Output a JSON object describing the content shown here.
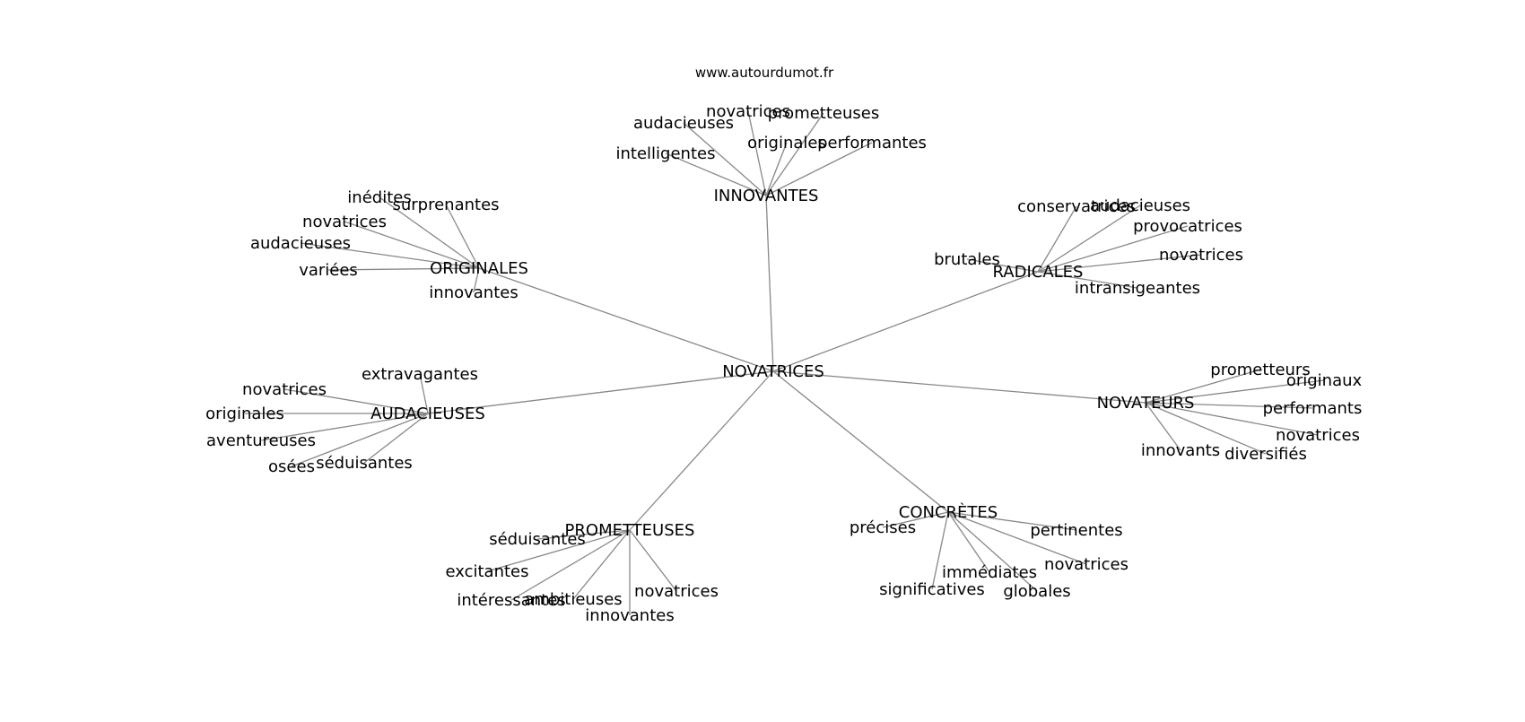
{
  "source": "www.autourdumot.fr",
  "root": "NOVATRICES",
  "groups": [
    {
      "label": "INNOVANTES",
      "children": [
        "audacieuses",
        "novatrices",
        "prometteuses",
        "originales",
        "performantes",
        "intelligentes"
      ]
    },
    {
      "label": "ORIGINALES",
      "children": [
        "inédites",
        "surprenantes",
        "novatrices",
        "audacieuses",
        "variées",
        "innovantes"
      ]
    },
    {
      "label": "RADICALES",
      "children": [
        "conservatrices",
        "audacieuses",
        "provocatrices",
        "novatrices",
        "brutales",
        "intransigeantes"
      ]
    },
    {
      "label": "AUDACIEUSES",
      "children": [
        "extravagantes",
        "novatrices",
        "originales",
        "aventureuses",
        "osées",
        "séduisantes"
      ]
    },
    {
      "label": "NOVATEURS",
      "children": [
        "prometteurs",
        "originaux",
        "performants",
        "novatrices",
        "innovants",
        "diversifiés"
      ]
    },
    {
      "label": "PROMETTEUSES",
      "children": [
        "séduisantes",
        "excitantes",
        "intéressantes",
        "ambitieuses",
        "novatrices",
        "innovantes"
      ]
    },
    {
      "label": "CONCRÈTES",
      "children": [
        "précises",
        "pertinentes",
        "novatrices",
        "immédiates",
        "globales",
        "significatives"
      ]
    }
  ]
}
